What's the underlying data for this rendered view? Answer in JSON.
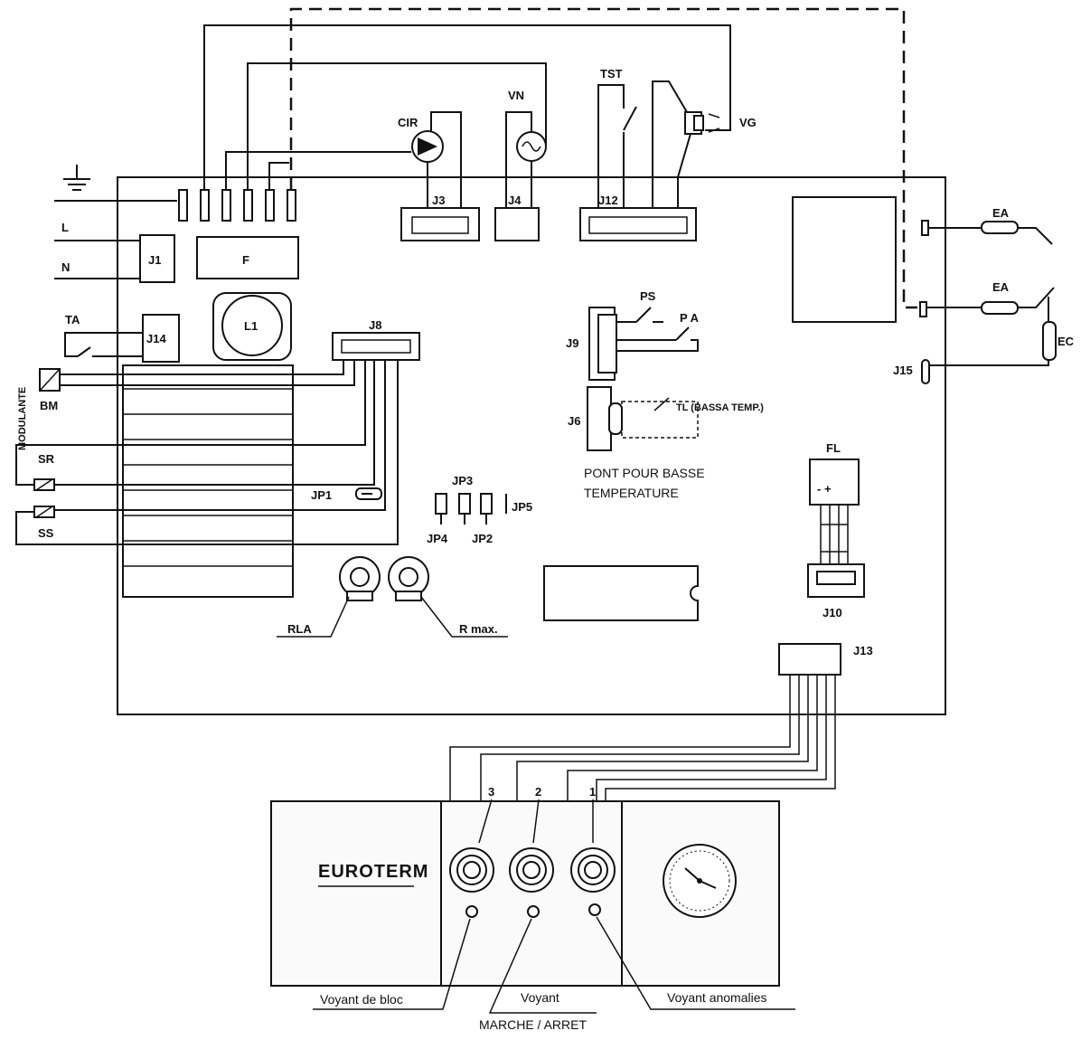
{
  "labels": {
    "cir": "CIR",
    "vn": "VN",
    "tst": "TST",
    "vg": "VG",
    "j3": "J3",
    "j4": "J4",
    "j12": "J12",
    "l": "L",
    "n": "N",
    "j1": "J1",
    "f": "F",
    "l1": "L1",
    "ta": "TA",
    "j14": "J14",
    "j8": "J8",
    "modulante": "MODULANTE",
    "bm": "BM",
    "sr": "SR",
    "ss": "SS",
    "jp1": "JP1",
    "jp3": "JP3",
    "jp5": "JP5",
    "jp4": "JP4",
    "jp2": "JP2",
    "ps": "PS",
    "pa": "P A",
    "j9": "J9",
    "tl": "TL (BASSA TEMP.)",
    "j6": "J6",
    "pont_line1": "PONT POUR BASSE",
    "pont_line2": "TEMPERATURE",
    "ea_top": "EA",
    "ea_bottom": "EA",
    "ec": "EC",
    "j15": "J15",
    "fl": "FL",
    "fl_polarity": "- +",
    "j10": "J10",
    "j13": "J13",
    "rla": "RLA",
    "rmax": "R max.",
    "knob3": "3",
    "knob2": "2",
    "knob1": "1",
    "logo": "EUROTERM",
    "voyant_bloc": "Voyant de bloc",
    "voyant": "Voyant",
    "marche_arret": "MARCHE / ARRET",
    "voyant_anomalies": "Voyant anomalies"
  }
}
